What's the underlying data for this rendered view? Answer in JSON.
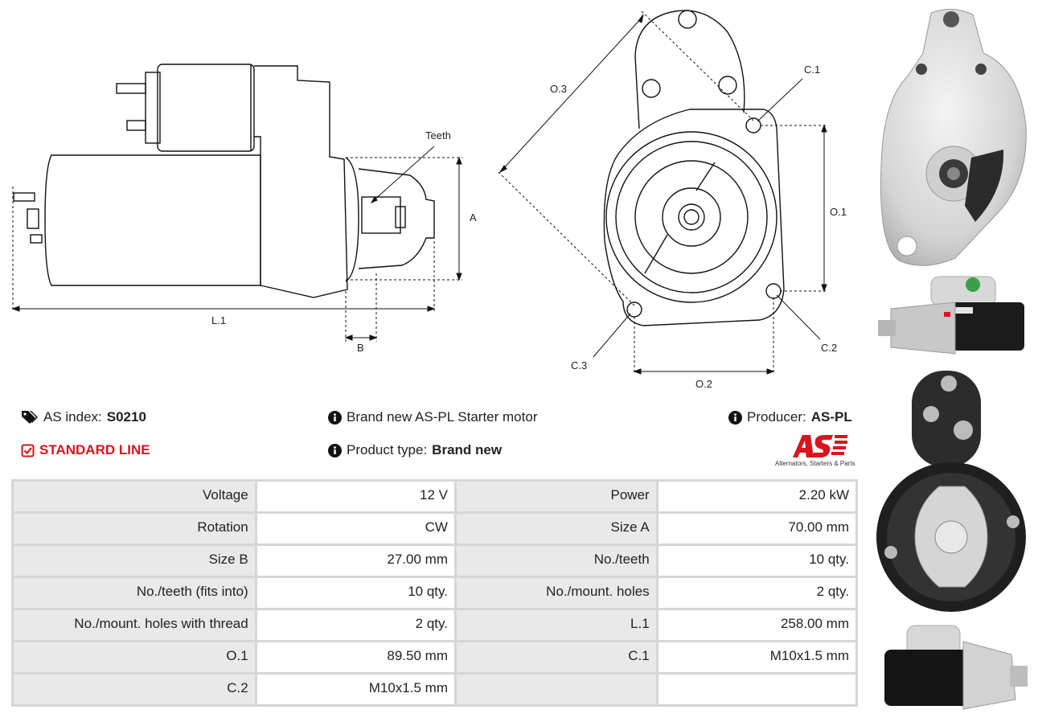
{
  "diagram_labels": {
    "teeth": "Teeth",
    "a": "A",
    "b": "B",
    "l1": "L.1",
    "o1": "O.1",
    "o2": "O.2",
    "o3": "O.3",
    "c1": "C.1",
    "c2": "C.2",
    "c3": "C.3"
  },
  "info": {
    "as_index_label": "AS index:",
    "as_index_value": "S0210",
    "line": "STANDARD LINE",
    "description": "Brand new AS-PL Starter motor",
    "product_type_label": "Product type:",
    "product_type_value": "Brand new",
    "producer_label": "Producer:",
    "producer_value": "AS-PL",
    "logo_tagline": "Alternators, Starters & Parts"
  },
  "specs": [
    [
      "Voltage",
      "12 V",
      "Power",
      "2.20 kW"
    ],
    [
      "Rotation",
      "CW",
      "Size A",
      "70.00 mm"
    ],
    [
      "Size B",
      "27.00 mm",
      "No./teeth",
      "10 qty."
    ],
    [
      "No./teeth (fits into)",
      "10 qty.",
      "No./mount. holes",
      "2 qty."
    ],
    [
      "No./mount. holes with thread",
      "2 qty.",
      "L.1",
      "258.00 mm"
    ],
    [
      "O.1",
      "89.50 mm",
      "C.1",
      "M10x1.5 mm"
    ],
    [
      "C.2",
      "M10x1.5 mm",
      "",
      ""
    ]
  ],
  "colors": {
    "brand_red": "#d9141c",
    "cell_label_bg": "#e9e9e9",
    "cell_value_bg": "#ffffff"
  }
}
